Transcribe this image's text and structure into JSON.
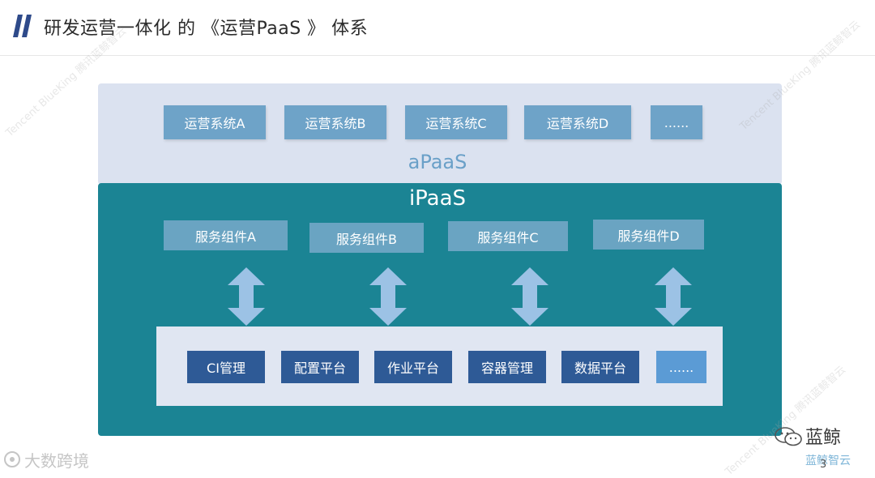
{
  "header": {
    "title": "研发运营一体化 的 《运营PaaS 》 体系"
  },
  "apaas": {
    "label": "aPaaS",
    "apps": [
      "运营系统A",
      "运营系统B",
      "运营系统C",
      "运营系统D",
      "......"
    ]
  },
  "ipaas": {
    "label": "iPaaS",
    "services": [
      "服务组件A",
      "服务组件B",
      "服务组件C",
      "服务组件D"
    ],
    "base": [
      "CI管理",
      "配置平台",
      "作业平台",
      "容器管理",
      "数据平台",
      "......"
    ]
  },
  "watermark": {
    "text": "Tencent BlueKing 腾讯蓝鲸智云"
  },
  "footer": {
    "left_brand": "大数跨境",
    "logo_text": "蓝鲸",
    "logo_sub": "蓝鲸智云",
    "page_number": "3"
  },
  "colors": {
    "apaas_bg": "#dbe2f0",
    "apaas_box": "#6ea3c8",
    "ipaas_bg": "#1b8494",
    "service_box": "#6aa4c2",
    "base_box": "#2e5a96",
    "arrow": "#9cc2e5"
  }
}
